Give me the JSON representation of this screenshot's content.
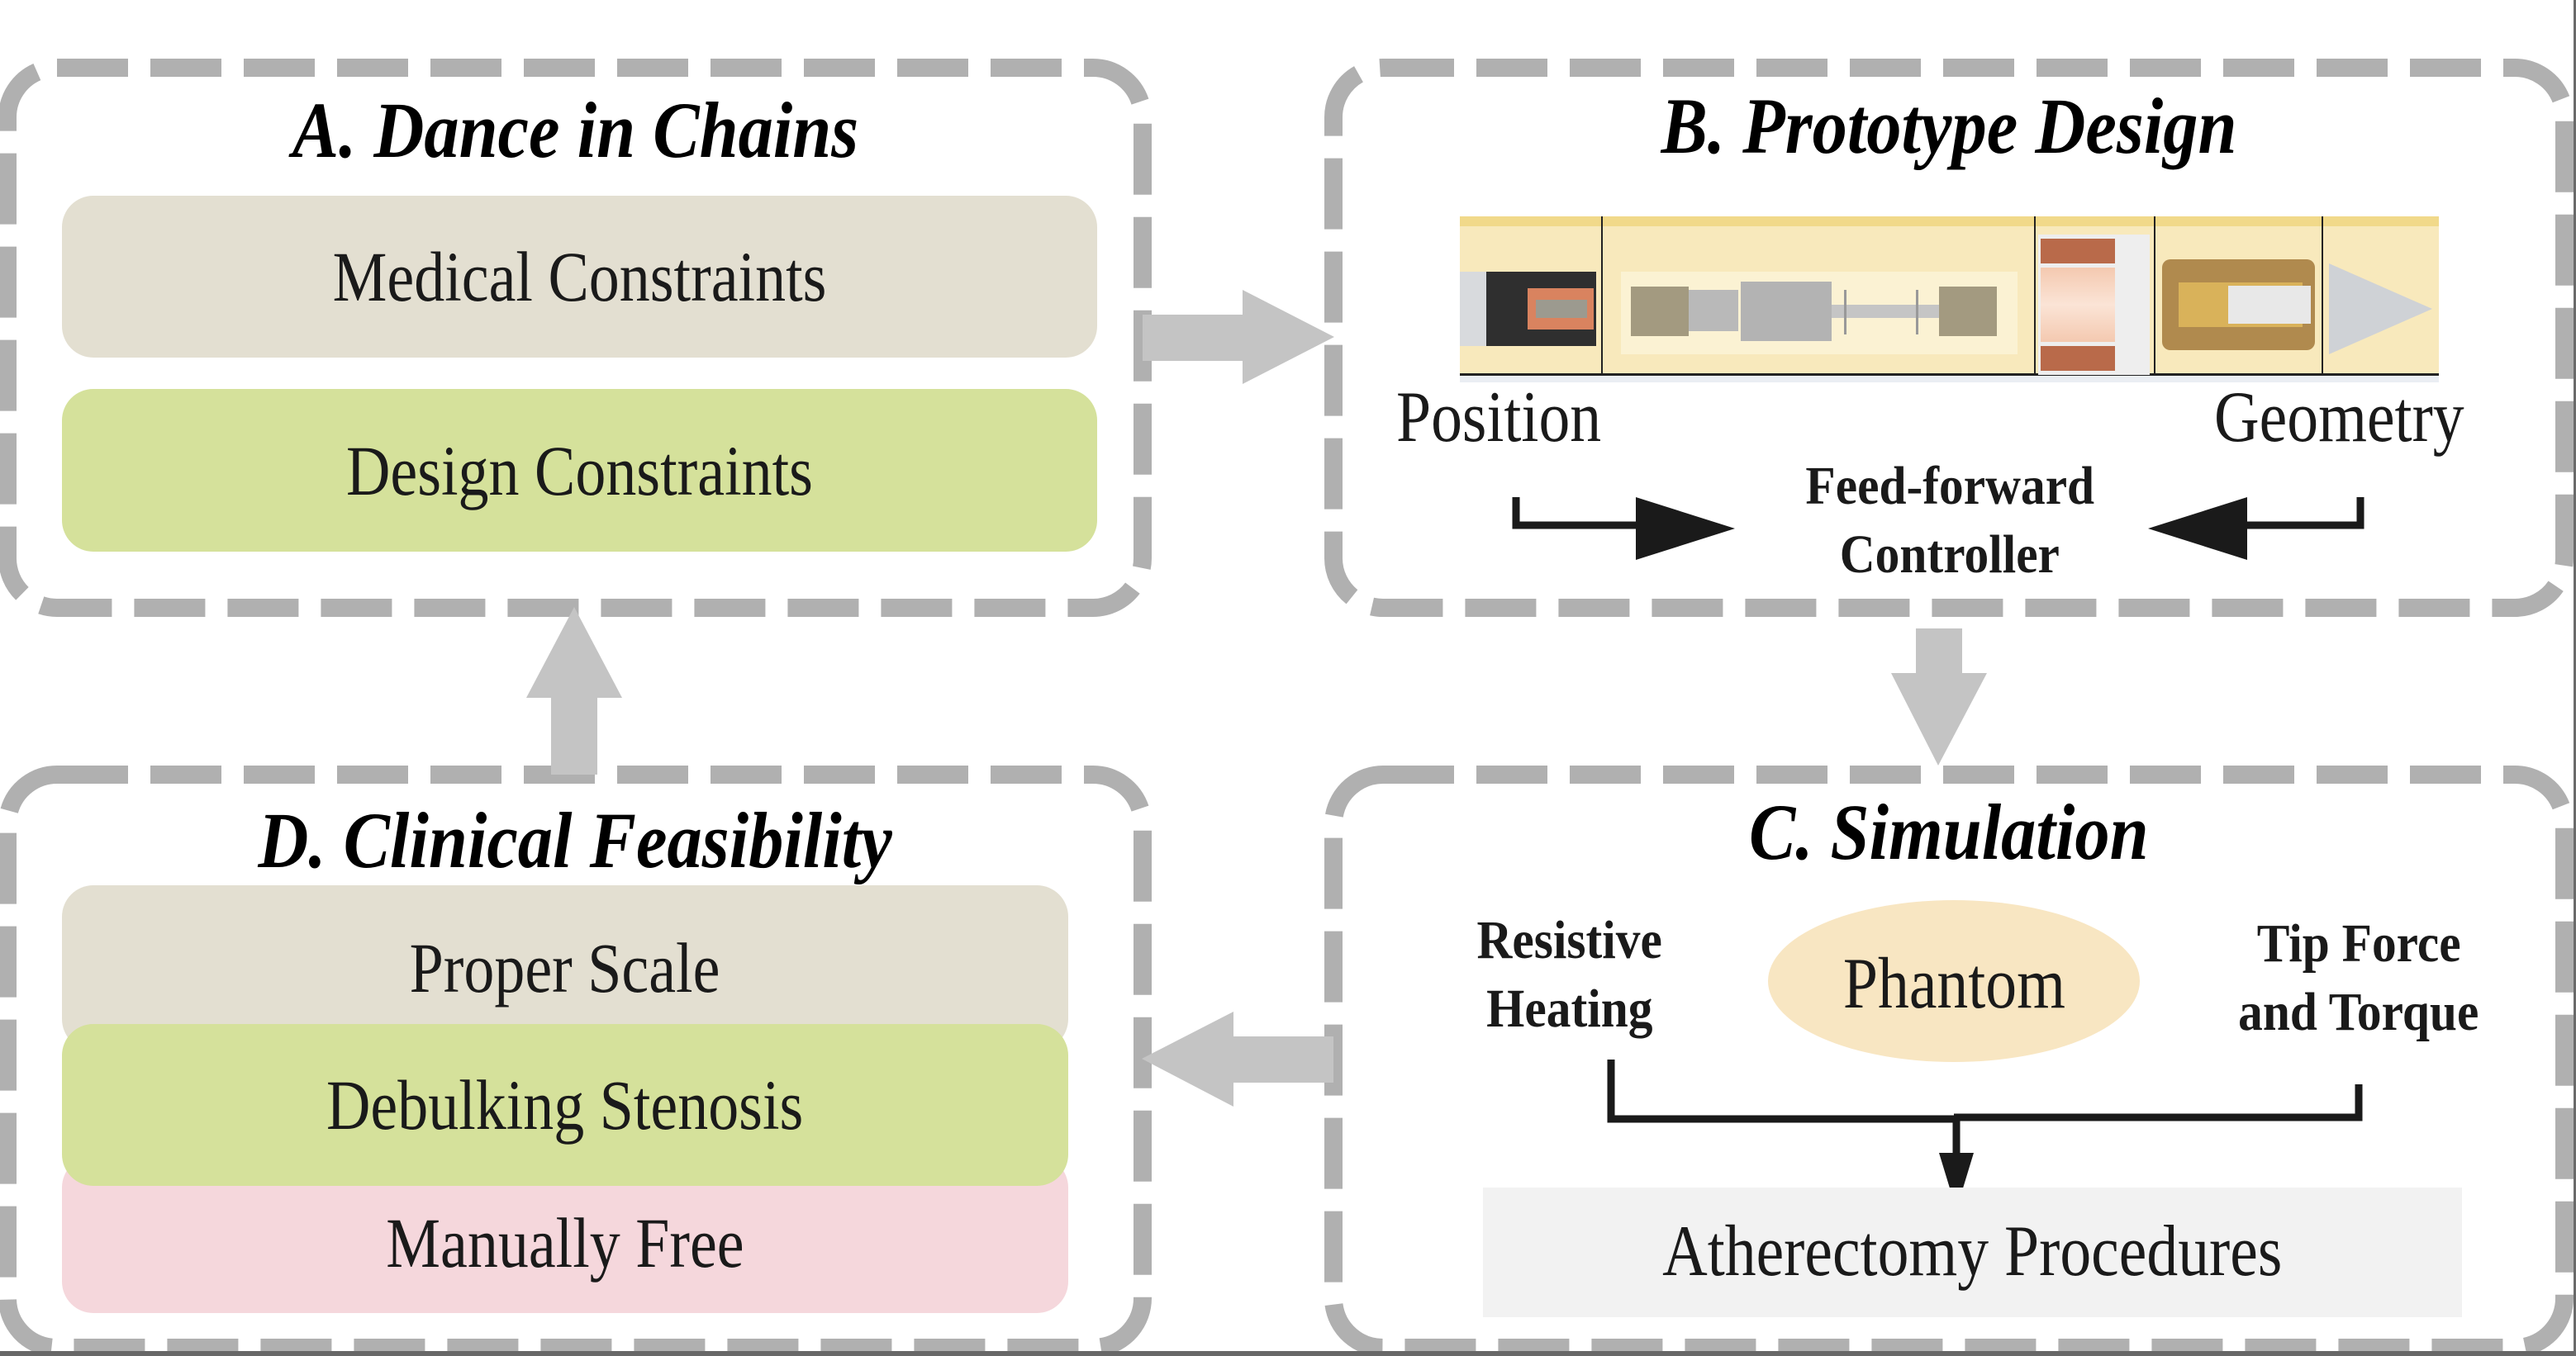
{
  "colors": {
    "frame_dash": "#b0b0b0",
    "flow_arrow": "#c4c4c4",
    "pill_beige": "#e3dfd1",
    "pill_green": "#d5e19b",
    "pill_pink": "#f5d7dc",
    "phantom": "#f8e6c2",
    "atherectomy_box": "#f2f2f2",
    "ink": "#1a1a1a"
  },
  "panels": {
    "a": {
      "title": "A. Dance in Chains",
      "items": [
        "Medical Constraints",
        "Design Constraints"
      ]
    },
    "b": {
      "title": "B. Prototype Design",
      "image_alt": "catheter prototype cross-section",
      "left_label": "Position",
      "right_label": "Geometry",
      "controller_line1": "Feed-forward",
      "controller_line2": "Controller"
    },
    "c": {
      "title": "C. Simulation",
      "left_line1": "Resistive",
      "left_line2": "Heating",
      "center": "Phantom",
      "right_line1": "Tip Force",
      "right_line2": "and Torque",
      "output": "Atherectomy Procedures"
    },
    "d": {
      "title": "D. Clinical Feasibility",
      "items": [
        "Proper Scale",
        "Debulking Stenosis",
        "Manually Free"
      ]
    }
  },
  "flow": [
    "A → B",
    "B → C",
    "C → D",
    "D → A"
  ]
}
